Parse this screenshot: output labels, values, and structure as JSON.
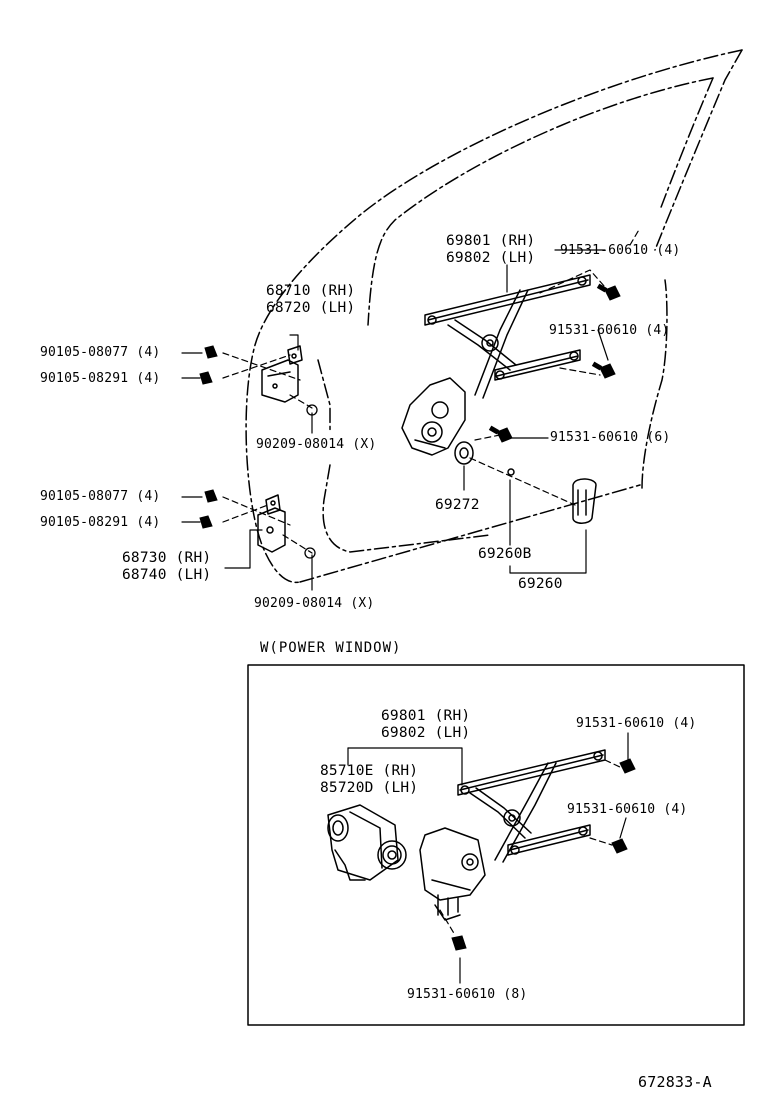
{
  "labels": {
    "p69801_rh": "69801 (RH)",
    "p69802_lh": "69802 (LH)",
    "p91531_4a": "91531-60610 (4)",
    "p91531_4b": "91531-60610 (4)",
    "p91531_6": "91531-60610 (6)",
    "p68710_rh": "68710 (RH)",
    "p68720_lh": "68720 (LH)",
    "p90105_08077_a": "90105-08077 (4)",
    "p90105_08291_a": "90105-08291 (4)",
    "p90209_08014_a": "90209-08014 (X)",
    "p69272": "69272",
    "p90105_08077_b": "90105-08077 (4)",
    "p90105_08291_b": "90105-08291 (4)",
    "p68730_rh": "68730 (RH)",
    "p68740_lh": "68740 (LH)",
    "p69260b": "69260B",
    "p69260": "69260",
    "p90209_08014_b": "90209-08014 (X)"
  },
  "inset": {
    "title": "W(POWER WINDOW)",
    "p69801_rh": "69801 (RH)",
    "p69802_lh": "69802 (LH)",
    "p85710e_rh": "85710E (RH)",
    "p85720d_lh": "85720D (LH)",
    "p91531_4a": "91531-60610 (4)",
    "p91531_4b": "91531-60610 (4)",
    "p91531_8": "91531-60610 (8)"
  },
  "reference": "672833-A"
}
